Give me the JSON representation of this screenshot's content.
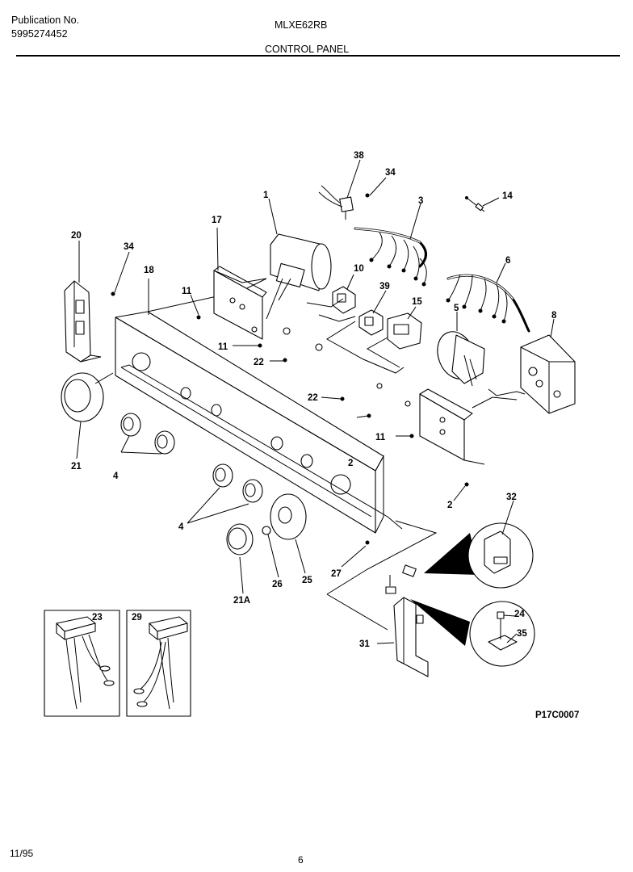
{
  "header": {
    "publication_label": "Publication No.",
    "publication_number": "5995274452",
    "model": "MLXE62RB",
    "section": "CONTROL PANEL"
  },
  "footer": {
    "date": "11/95",
    "page": "6"
  },
  "diagram": {
    "code": "P17C0007",
    "callouts": [
      "1",
      "2",
      "3",
      "4",
      "5",
      "6",
      "8",
      "10",
      "11",
      "14",
      "15",
      "17",
      "18",
      "20",
      "21",
      "21A",
      "22",
      "23",
      "24",
      "25",
      "26",
      "27",
      "29",
      "31",
      "32",
      "34",
      "35",
      "38",
      "39"
    ]
  }
}
